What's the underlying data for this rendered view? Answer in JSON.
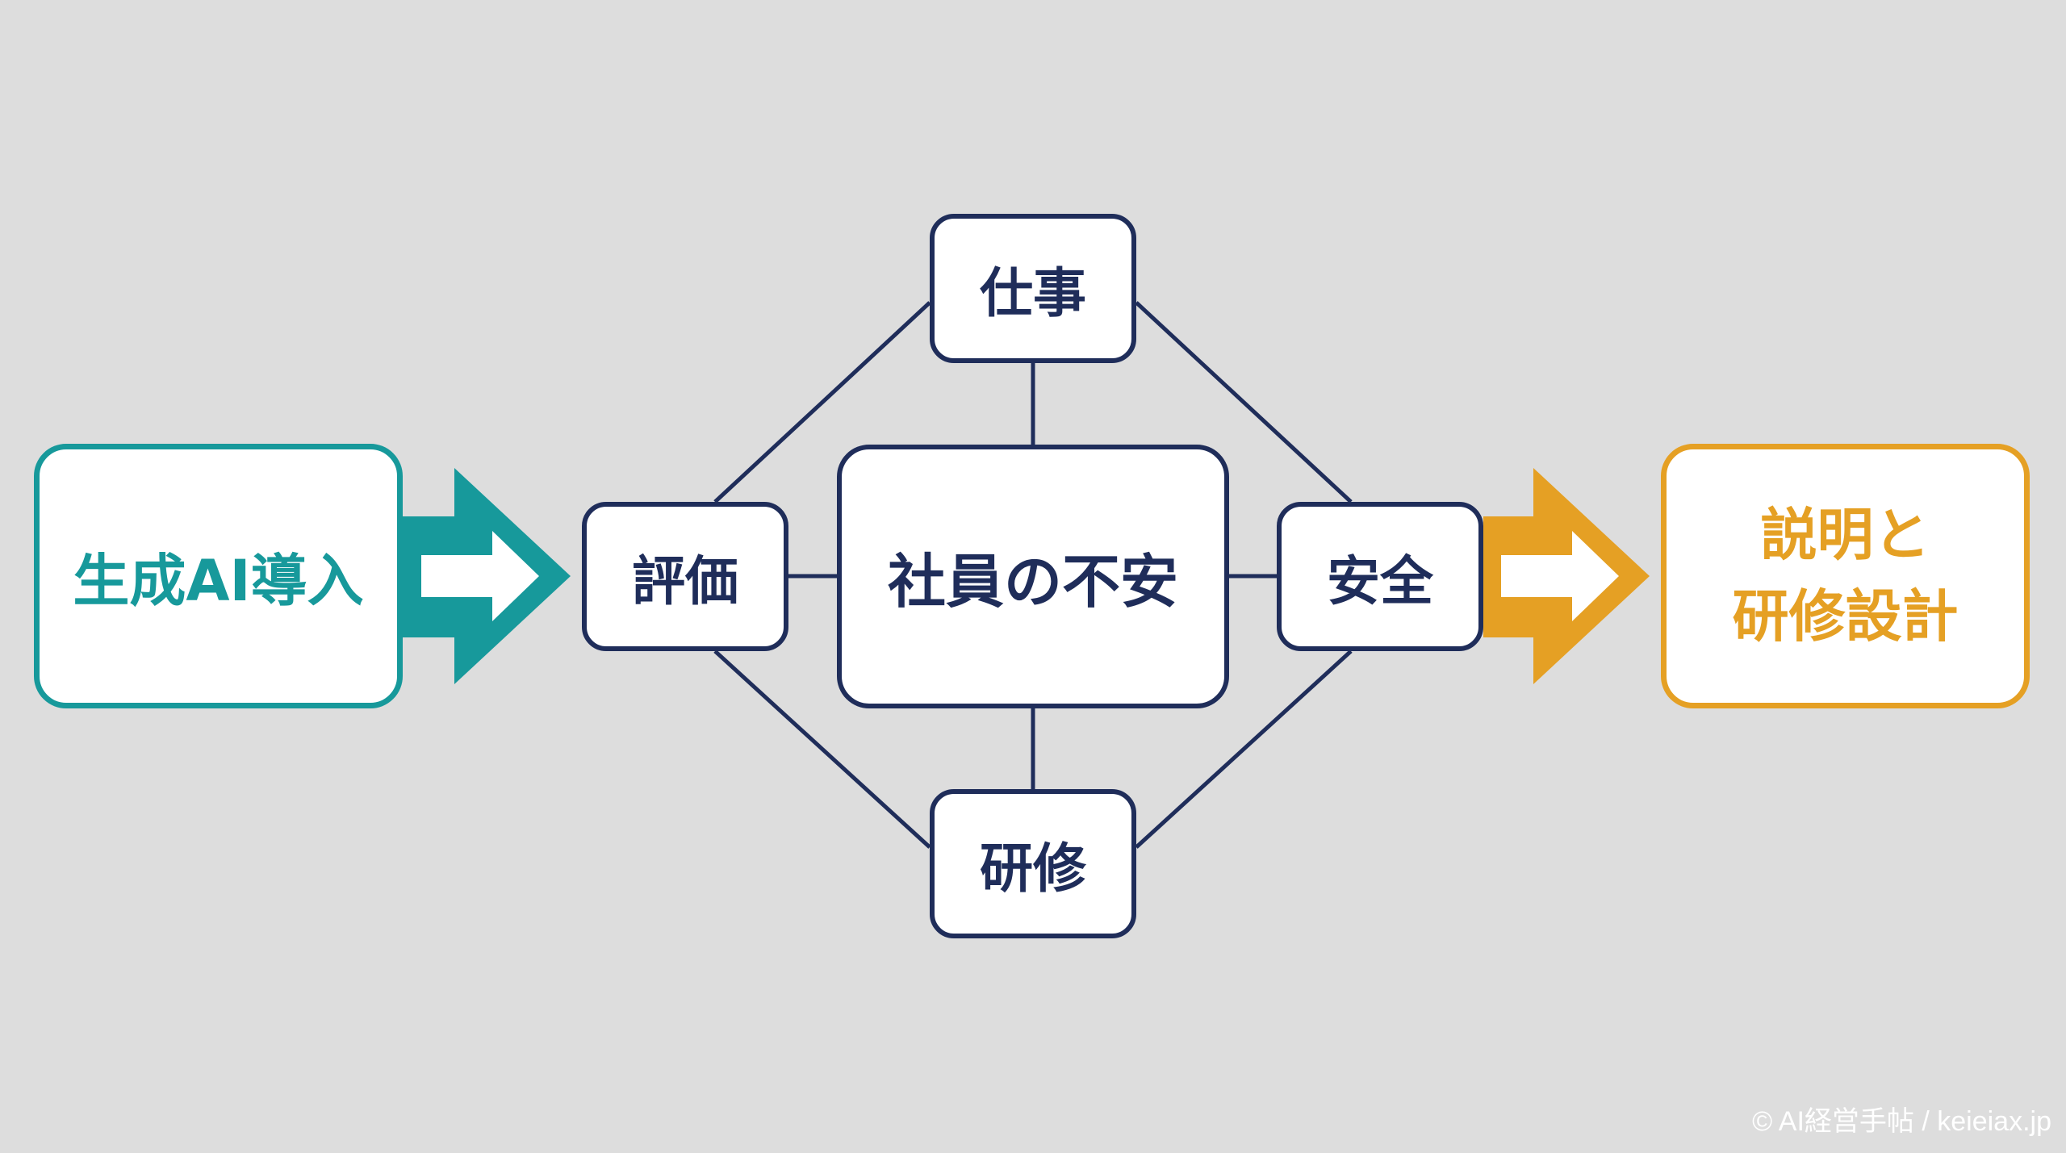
{
  "diagram": {
    "input": {
      "label": "生成AI導入"
    },
    "center": {
      "label": "社員の不安"
    },
    "factors": {
      "top": "仕事",
      "left": "評価",
      "right": "安全",
      "bottom": "研修"
    },
    "output": {
      "line1": "説明と",
      "line2": "研修設計"
    }
  },
  "footer": {
    "copyright": "© AI経営手帖 / keieiax.jp"
  },
  "colors": {
    "background": "#dddddd",
    "navy": "#1f2d5a",
    "teal": "#17999b",
    "orange": "#e5a024"
  }
}
